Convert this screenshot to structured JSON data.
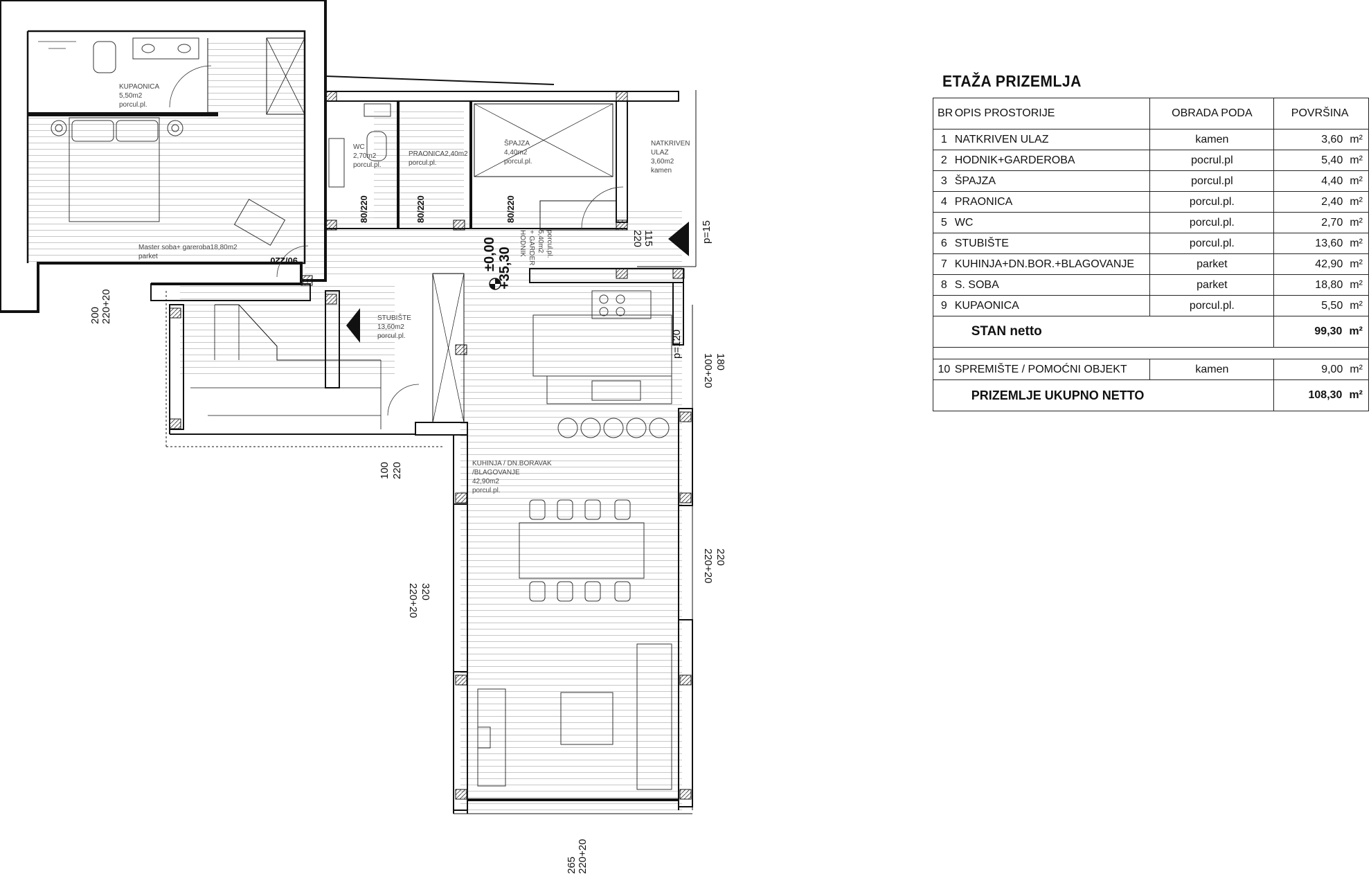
{
  "schedule": {
    "title": "ETAŽA PRIZEMLJA",
    "headers": {
      "no": "BR",
      "desc": "OPIS PROSTORIJE",
      "finish": "OBRADA PODA",
      "area": "POVRŠINA"
    },
    "unit": "m²",
    "rows": [
      {
        "no": "1",
        "name": "NATKRIVEN ULAZ",
        "finish": "kamen",
        "area": "3,60"
      },
      {
        "no": "2",
        "name": "HODNIK+GARDEROBA",
        "finish": "pocrul.pl",
        "area": "5,40"
      },
      {
        "no": "3",
        "name": "ŠPAJZA",
        "finish": "porcul.pl",
        "area": "4,40"
      },
      {
        "no": "4",
        "name": "PRAONICA",
        "finish": "porcul.pl.",
        "area": "2,40"
      },
      {
        "no": "5",
        "name": "WC",
        "finish": "porcul.pl.",
        "area": "2,70"
      },
      {
        "no": "6",
        "name": "STUBIŠTE",
        "finish": "porcul.pl.",
        "area": "13,60"
      },
      {
        "no": "7",
        "name": "KUHINJA+DN.BOR.+BLAGOVANJE",
        "finish": "parket",
        "area": "42,90"
      },
      {
        "no": "8",
        "name": "S. SOBA",
        "finish": "parket",
        "area": "18,80"
      },
      {
        "no": "9",
        "name": "KUPAONICA",
        "finish": "porcul.pl.",
        "area": "5,50"
      }
    ],
    "subtotal": {
      "name": "STAN   netto",
      "area": "99,30"
    },
    "extra": {
      "no": "10",
      "name": "SPREMIŠTE / POMOĆNI OBJEKT",
      "finish": "kamen",
      "area": "9,00"
    },
    "total": {
      "name": "PRIZEMLJE UKUPNO NETTO",
      "area": "108,30"
    }
  },
  "plan": {
    "rooms": {
      "kupaonica": [
        "KUPAONICA",
        "5,50m2",
        "porcul.pl."
      ],
      "wc": [
        "WC",
        "2,70m2",
        "porcul.pl."
      ],
      "praonica": [
        "PRAONICA2,40m2",
        "porcul.pl."
      ],
      "spajza": [
        "ŠPAJZA",
        "4,40m2",
        "porcul.pl."
      ],
      "natkriven": [
        "NATKRIVEN",
        "ULAZ",
        "3,60m2",
        "kamen"
      ],
      "master": [
        "Master soba+ gareroba18,80m2",
        "parket"
      ],
      "hodnik": [
        "HODNIK",
        "+ GARDER",
        "5,40m2",
        "porcul.pl."
      ],
      "stubiste": [
        "STUBIŠTE",
        "13,60m2",
        "porcul.pl."
      ],
      "kuhinja": [
        "KUHINJA / DN.BORAVAK",
        "/BLAGOVANJE",
        "42,90m2",
        "porcul.pl."
      ]
    },
    "level": {
      "zero": "±0,00",
      "abs": "+35,30"
    },
    "doors": {
      "d1": "80/220",
      "d2": "80/220",
      "d3": "80/220",
      "master": "90/220"
    },
    "dims": {
      "w_left_a": "200",
      "w_left_b": "220+20",
      "w_stair_a": "100",
      "w_stair_b": "220",
      "w_bottom_a": "265",
      "w_bottom_b": "220+20",
      "w_entry_a": "115",
      "w_entry_b": "220",
      "w_entry_p": "p=15",
      "w_kr1_a": "180",
      "w_kr1_b": "100+20",
      "w_kr1_p": "p=120",
      "w_kr2_a": "220",
      "w_kr2_b": "220+20",
      "w_kl_a": "320",
      "w_kl_b": "220+20"
    }
  }
}
